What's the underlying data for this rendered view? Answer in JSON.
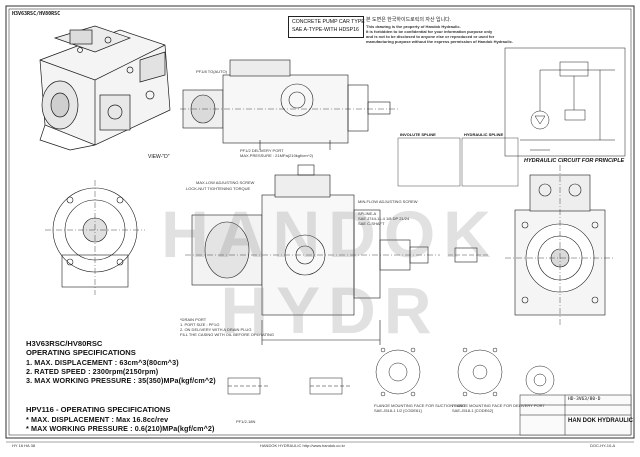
{
  "drawing": {
    "doc_number_top": "H3V63RSC/HV80RSC",
    "title_box": [
      "CONCRETE PUMP CAR TYPE",
      "SAE A-TYPE-WITH HDSP16"
    ],
    "notice": [
      "본 도면은 한국하이드로릭의 자산 입니다.",
      "This drawing is the property of Handok Hydraulic.",
      "It is forbidden to be confidential for your information purpose only",
      "and is not to be disclosed to anyone else or reproduced or used for",
      "manufacturing purpose without the express permission of Handok Hydraulic."
    ],
    "view_label": "VIEW-\"D\"",
    "watermark": "HANDOK HYDR",
    "hydraulic_circuit_label": "HYDRAULIC CIRCUIT FOR PRINCIPLE",
    "involute_spline_label": "INVOLUTE SPLINE",
    "hydraulic_spline_label": "HYDRAULIC SPLINE",
    "annotations": [
      "PF1/8 TO(AUTO)",
      "PF1/2 DELIVERY PORT",
      "MAX.PRESSURE : 21MPa(210kgf/cm^2)",
      "MAX.LOW ADJUSTING SCREW",
      "LOCK-NUT TIGHTENING TORQUE",
      "MIN.FLOW ADJUSTING SCREW",
      "SPLINE-A",
      "SAE J744-11-4 1/8 DP 21/24",
      "SAE C-SHAFT",
      "*DRAIN PORT",
      "1. PORT SIZE : PF1/2",
      "2. ON DELIVERY WITH A DRAIN PLUG",
      "FILL THE CASING WITH OIL BEFORE OPERATING",
      "PF1/2-18N",
      "FLANGE MOUNTING FACE FOR SUCTION PORT",
      "SAE-J518-1 1/2 [CODE61]",
      "FLANGE MOUNTING FACE FOR DELIVERY PORT",
      "SAE-J518-1 [CODE62]"
    ],
    "company_name": "HAN DOK HYDRAULIC",
    "title_block_code": "HD-3V63/80-D"
  },
  "specs": {
    "model": "H3V63RSC/HV80RSC",
    "heading": "OPERATING SPECIFICATIONS",
    "items": [
      "1. MAX. DISPLACEMENT : 63cm^3(80cm^3)",
      "2. RATED SPEED : 2300rpm(2150rpm)",
      "3. MAX WORKING PRESSURE : 35(350)MPa(kgf/cm^2)"
    ],
    "sub_heading": "HPV116 - OPERATING SPECIFICATIONS",
    "sub_items": [
      "* MAX. DISPLACEMENT : Max 16.8cc/rev",
      "* MAX WORKING PRESSURE : 0.6(210)MPa(kgf/cm^2)"
    ]
  },
  "footer": {
    "center": "HANDOK HYDRAULIC http://www.handok.co.kr",
    "left": "HY 16 HA 38",
    "right": "DOC-HY-10-A"
  }
}
